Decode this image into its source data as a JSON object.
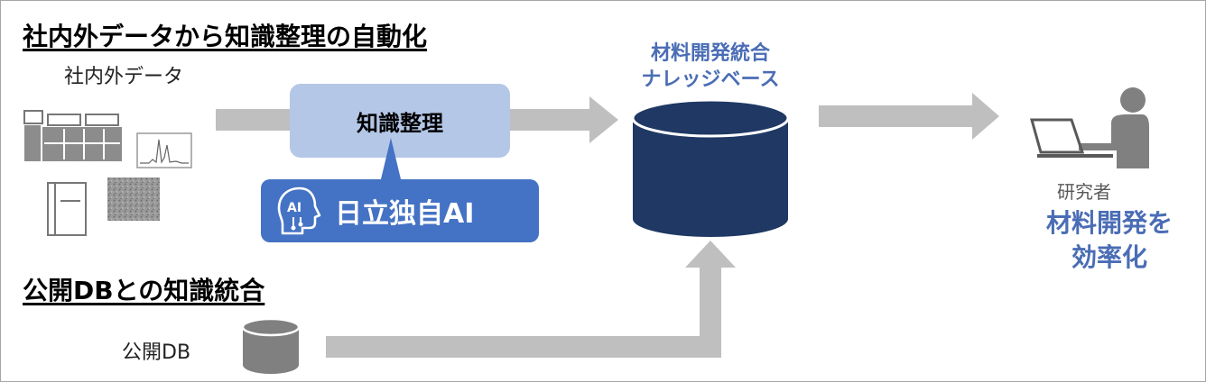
{
  "headings": {
    "automation": "社内外データから知識整理の自動化",
    "public_db_integration": "公開DBとの知識統合"
  },
  "labels": {
    "internal_external_data": "社内外データ",
    "knowledge_organization": "知識整理",
    "hitachi_ai": "日立独自AI",
    "ai_badge": "AI",
    "public_db": "公開DB",
    "researcher": "研究者"
  },
  "knowledge_base": {
    "line1": "材料開発統合",
    "line2": "ナレッジベース"
  },
  "result": {
    "line1": "材料開発を",
    "line2": "効率化"
  },
  "colors": {
    "knowledge_box": "#b4c7e7",
    "ai_box": "#4472c4",
    "database": "#1f3864",
    "accent_text": "#4a6db5",
    "arrow": "#bfbfbf",
    "icon_gray": "#808080"
  }
}
